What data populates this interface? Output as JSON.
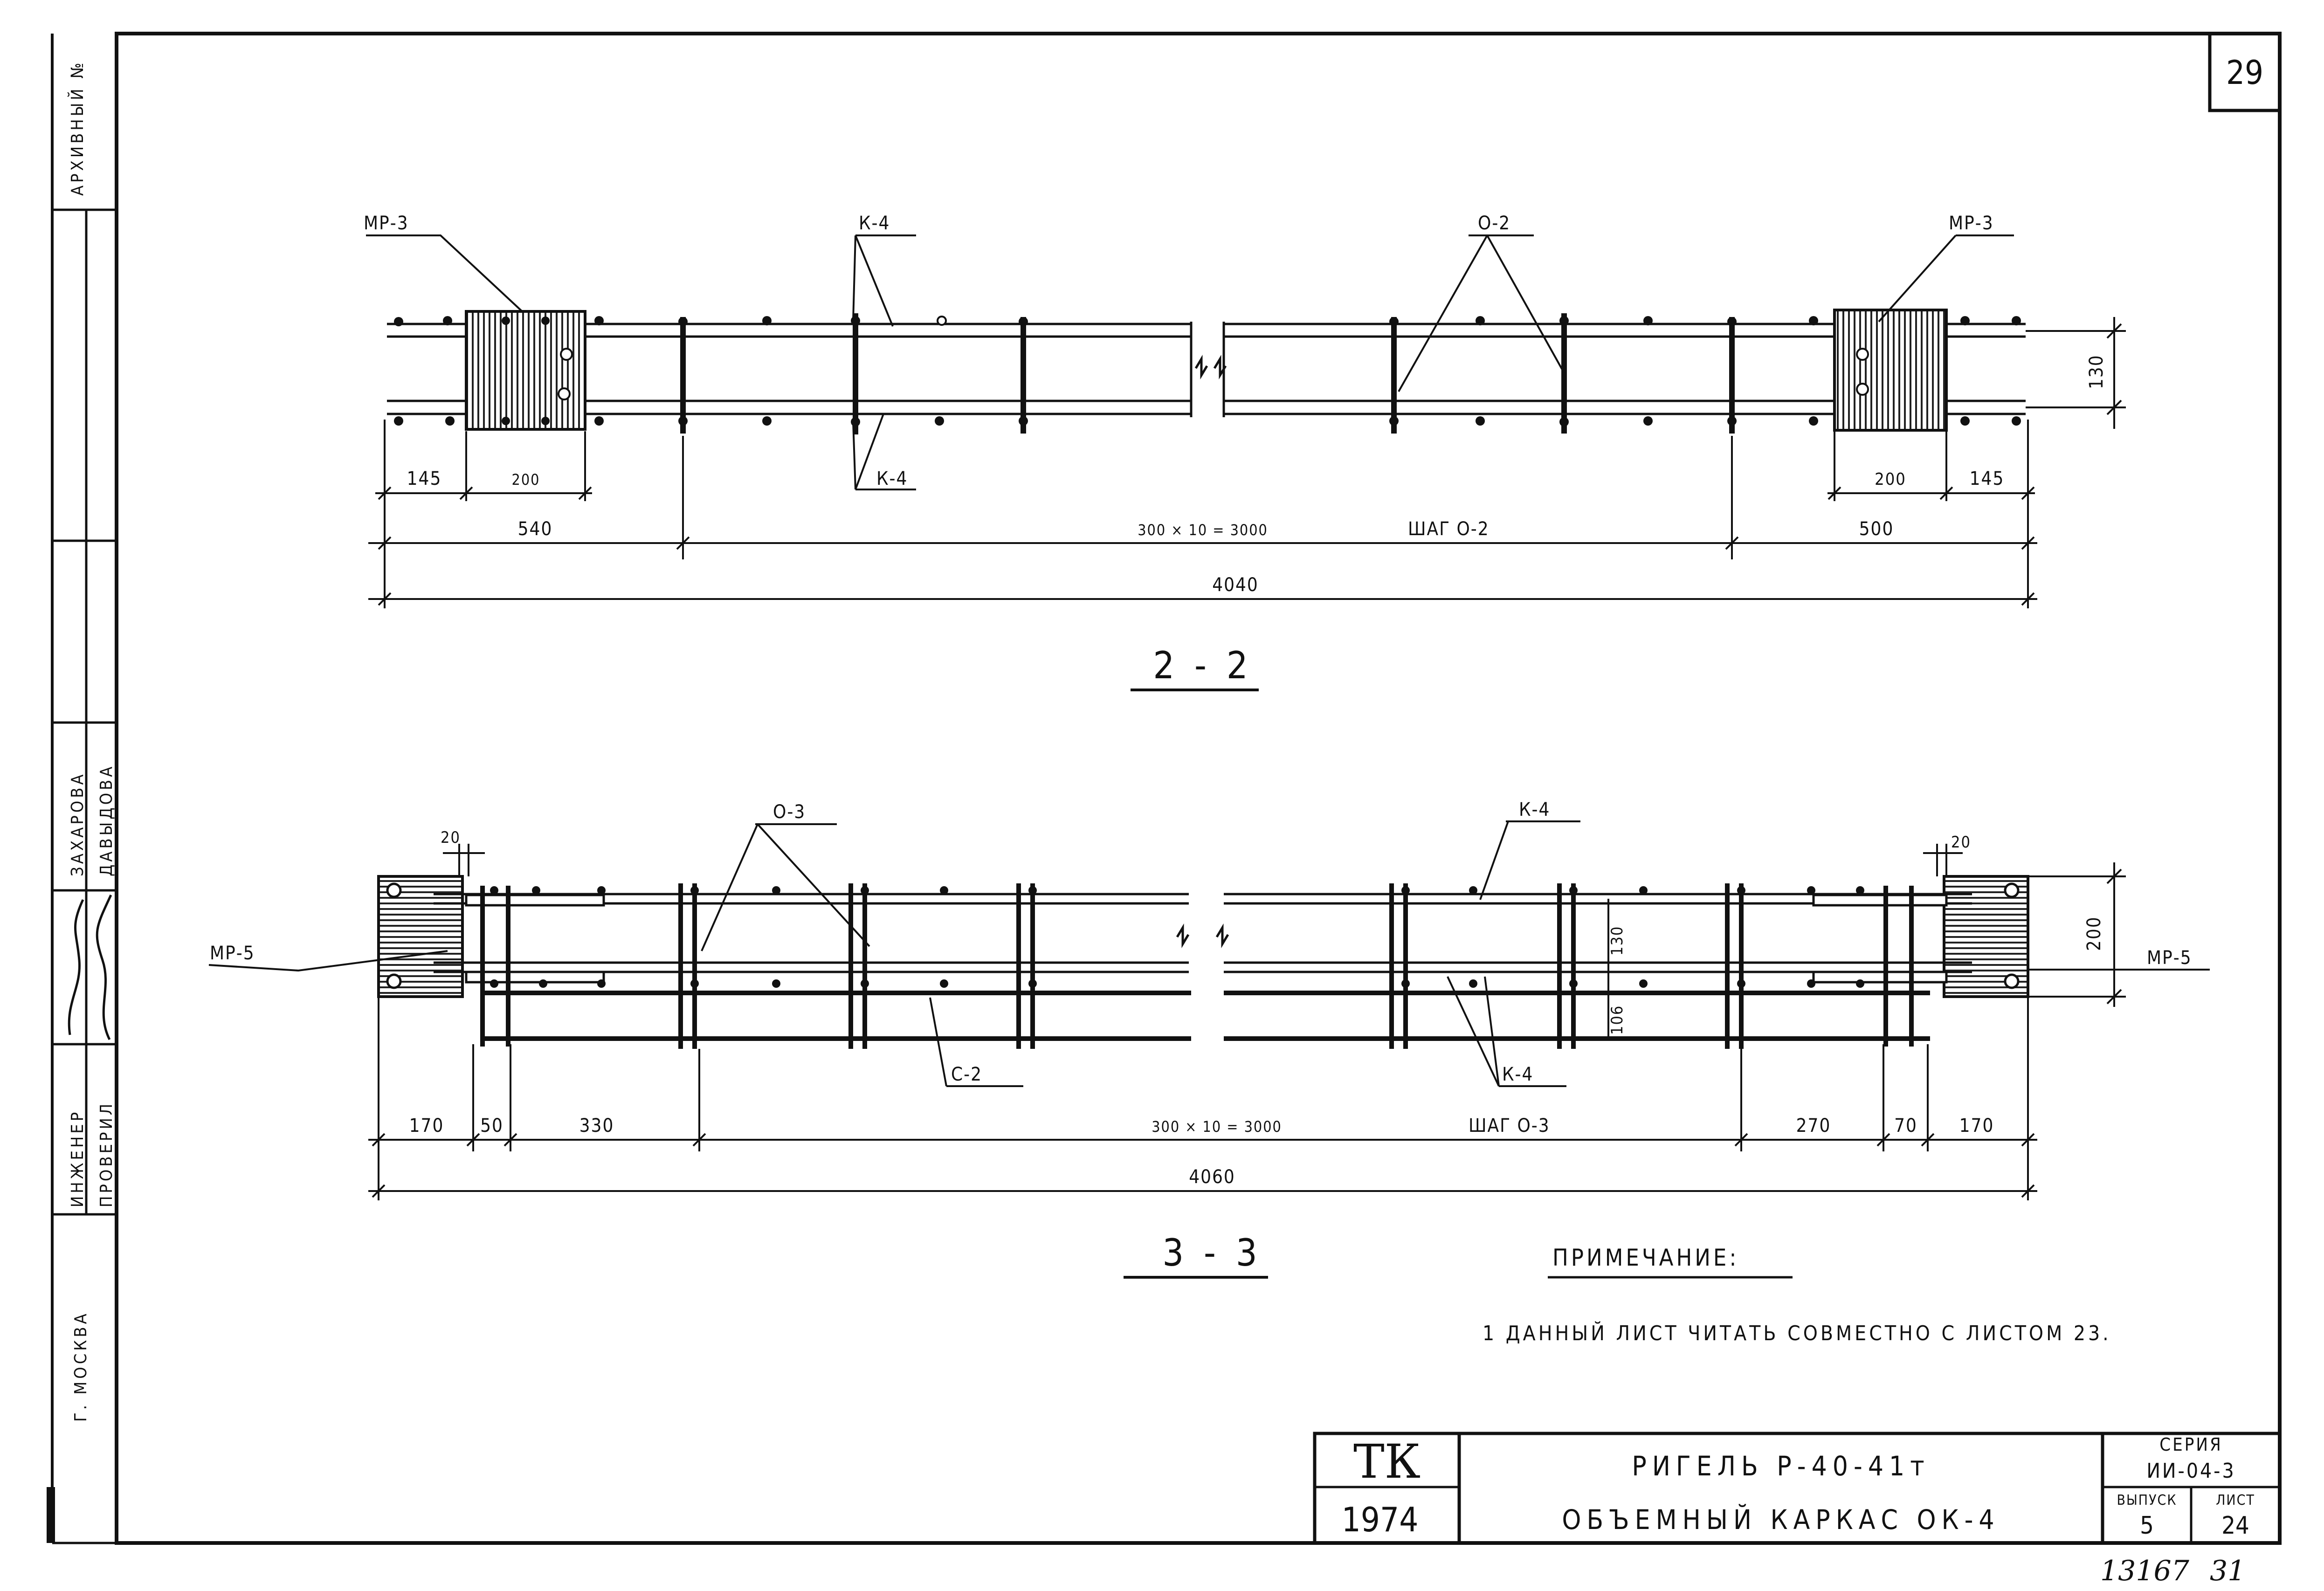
{
  "sheet": {
    "number": "29"
  },
  "side_stamp": {
    "archive_no": "АРХИВНЫЙ №",
    "role_engineer": "ИНЖЕНЕР",
    "role_checked": "ПРОВЕРИЛ",
    "name_engineer": "ЗАХАРОВА",
    "name_checked": "ДАВЫДОВА",
    "city": "Г. МОСКВА"
  },
  "section_2": {
    "title": "2 - 2",
    "labels": {
      "mp_left": "МР-3",
      "mp_right": "МР-3",
      "k_top": "К-4",
      "k_bottom": "К-4",
      "o": "О-2"
    },
    "dims": {
      "left_edge": "145",
      "left_plate": "200",
      "right_plate": "200",
      "right_edge": "145",
      "left_end": "540",
      "middle": "300 × 10 = 3000",
      "step": "ШАГ О-2",
      "right_end": "500",
      "total": "4040",
      "height": "130"
    }
  },
  "section_3": {
    "title": "3 - 3",
    "labels": {
      "mp_left": "МР-5",
      "mp_right": "МР-5",
      "o": "О-3",
      "k_top": "К-4",
      "k_bottom": "К-4",
      "c": "С-2"
    },
    "dims": {
      "gap_left": "20",
      "gap_right": "20",
      "d170_left": "170",
      "d50": "50",
      "d330": "330",
      "middle": "300 × 10 = 3000",
      "step": "ШАГ О-3",
      "d270": "270",
      "d70": "70",
      "d170_right": "170",
      "total": "4060",
      "h200": "200",
      "h130": "130",
      "h106": "106"
    }
  },
  "note": {
    "heading": "ПРИМЕЧАНИЕ:",
    "items": [
      "1 ДАННЫЙ ЛИСТ ЧИТАТЬ СОВМЕСТНО С ЛИСТОМ 23."
    ]
  },
  "title_block": {
    "org": "ТК",
    "year": "1974",
    "line1": "РИГЕЛЬ Р-40-41т",
    "line2": "ОБЪЕМНЫЙ КАРКАС ОК-4",
    "series_label": "СЕРИЯ",
    "series": "ИИ-04-3",
    "issue_label": "ВЫПУСК",
    "issue": "5",
    "sheet_label": "ЛИСТ",
    "sheet": "24"
  },
  "archive_numbers": {
    "inventory": "13167",
    "page": "31"
  }
}
